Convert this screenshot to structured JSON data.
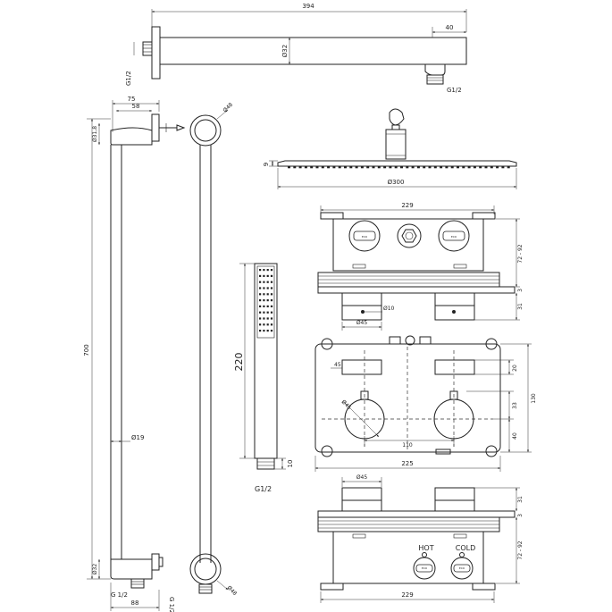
{
  "labels": {
    "arm_length": "394",
    "arm_tube": "Ø32",
    "arm_end": "40",
    "thread": "G1/2",
    "thread_spaced": "G 1/2",
    "bar_offset": "75",
    "bar_bracket": "58",
    "bar_top_dia": "Ø31,8",
    "bar_bottom_dia": "Ø32",
    "bar_length": "700",
    "bar_tube": "Ø19",
    "bar_base": "88",
    "ring_dia": "Ø48",
    "head_height": "9",
    "head_dia": "Ø300",
    "box_width": "229",
    "box_depth": "72 - 92",
    "box_offset": "3",
    "handle_depth": "31",
    "pin_dia": "Ø10",
    "handle_dia": "Ø45",
    "handshower_length": "220",
    "handshower_base": "10",
    "plate_handle": "45",
    "plate_knob": "Ø45",
    "plate_top": "20",
    "plate_height": "130",
    "plate_mid": "33",
    "plate_bottom": "40",
    "knob_spacing": "110",
    "plate_width": "225",
    "hot": "HOT",
    "cold": "COLD",
    "valve_text": "ECO"
  }
}
